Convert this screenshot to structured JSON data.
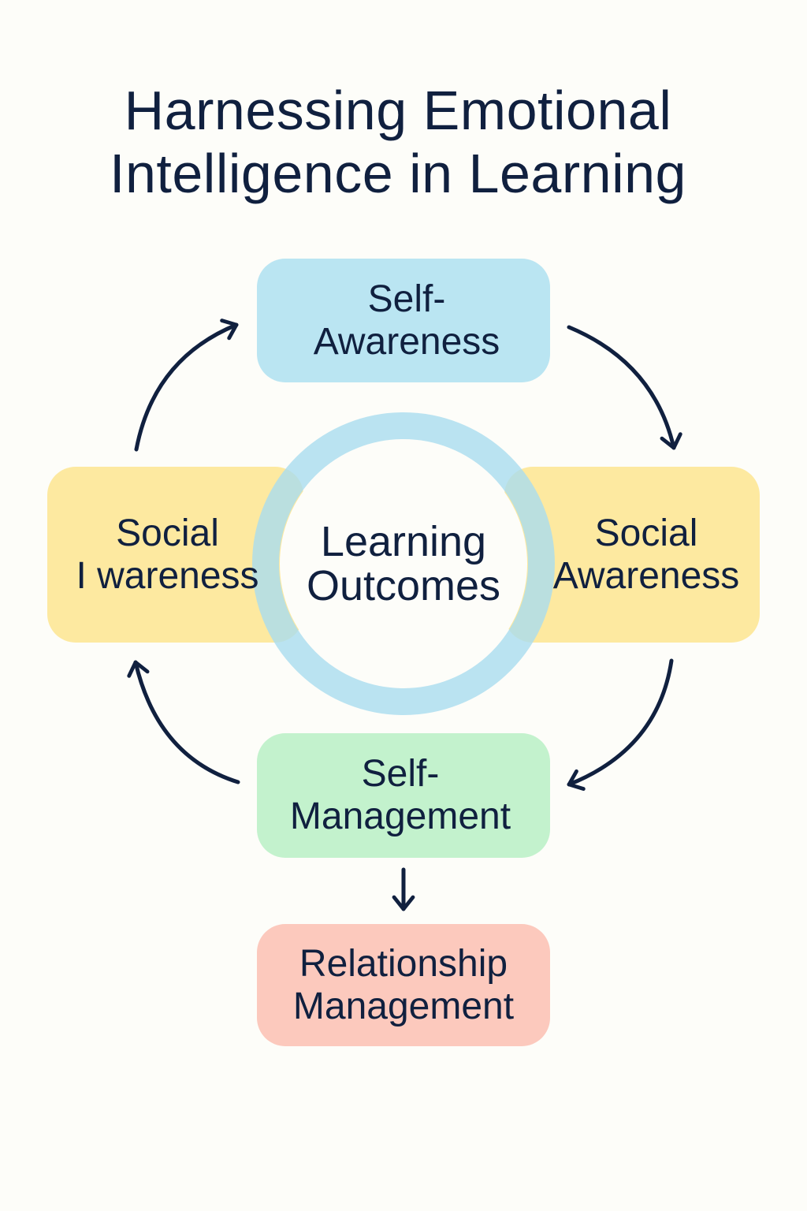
{
  "title": {
    "line1": "Harnessing Emotional",
    "line2": "Intelligence in Learning"
  },
  "center": {
    "line1": "Learning",
    "line2": "Outcomes"
  },
  "nodes": {
    "top": {
      "line1": "Self-",
      "line2": "Awareness"
    },
    "left": {
      "line1": "Social",
      "line2": "I wareness"
    },
    "right": {
      "line1": "Social",
      "line2": "Awareness"
    },
    "bottom": {
      "line1": "Self-",
      "line2": "Management"
    },
    "extra": {
      "line1": "Relationship",
      "line2": "Management"
    }
  },
  "colors": {
    "blue": "#bae5f2",
    "yellow": "#fde9a0",
    "green": "#c3f2cd",
    "pink": "#fcc9bd",
    "text": "#10203f",
    "ring": "#a9dcef"
  }
}
